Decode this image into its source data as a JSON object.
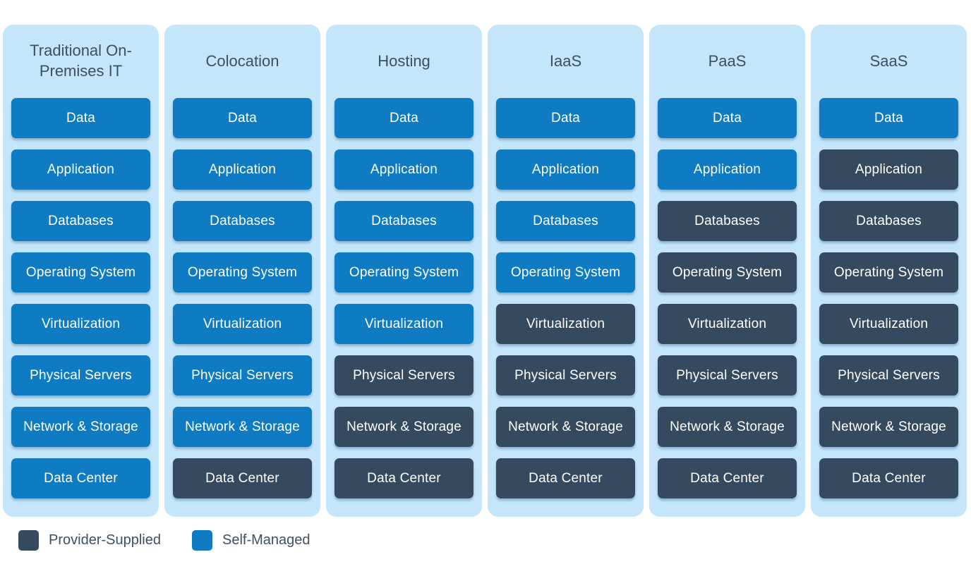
{
  "rows": [
    "Data",
    "Application",
    "Databases",
    "Operating System",
    "Virtualization",
    "Physical Servers",
    "Network & Storage",
    "Data Center"
  ],
  "columns": [
    {
      "title": "Traditional On-Premises IT",
      "cells": [
        "self",
        "self",
        "self",
        "self",
        "self",
        "self",
        "self",
        "self"
      ]
    },
    {
      "title": "Colocation",
      "cells": [
        "self",
        "self",
        "self",
        "self",
        "self",
        "self",
        "self",
        "provider"
      ]
    },
    {
      "title": "Hosting",
      "cells": [
        "self",
        "self",
        "self",
        "self",
        "self",
        "provider",
        "provider",
        "provider"
      ]
    },
    {
      "title": "IaaS",
      "cells": [
        "self",
        "self",
        "self",
        "self",
        "provider",
        "provider",
        "provider",
        "provider"
      ]
    },
    {
      "title": "PaaS",
      "cells": [
        "self",
        "self",
        "provider",
        "provider",
        "provider",
        "provider",
        "provider",
        "provider"
      ]
    },
    {
      "title": "SaaS",
      "cells": [
        "self",
        "provider",
        "provider",
        "provider",
        "provider",
        "provider",
        "provider",
        "provider"
      ]
    }
  ],
  "legend": {
    "provider_label": "Provider-Supplied",
    "self_label": "Self-Managed"
  },
  "colors": {
    "self": "#0e7bc2",
    "provider": "#364a5f",
    "panel_background": "#c5e5fa",
    "heading_text": "#3d4f62",
    "cell_text": "#ffffff"
  }
}
